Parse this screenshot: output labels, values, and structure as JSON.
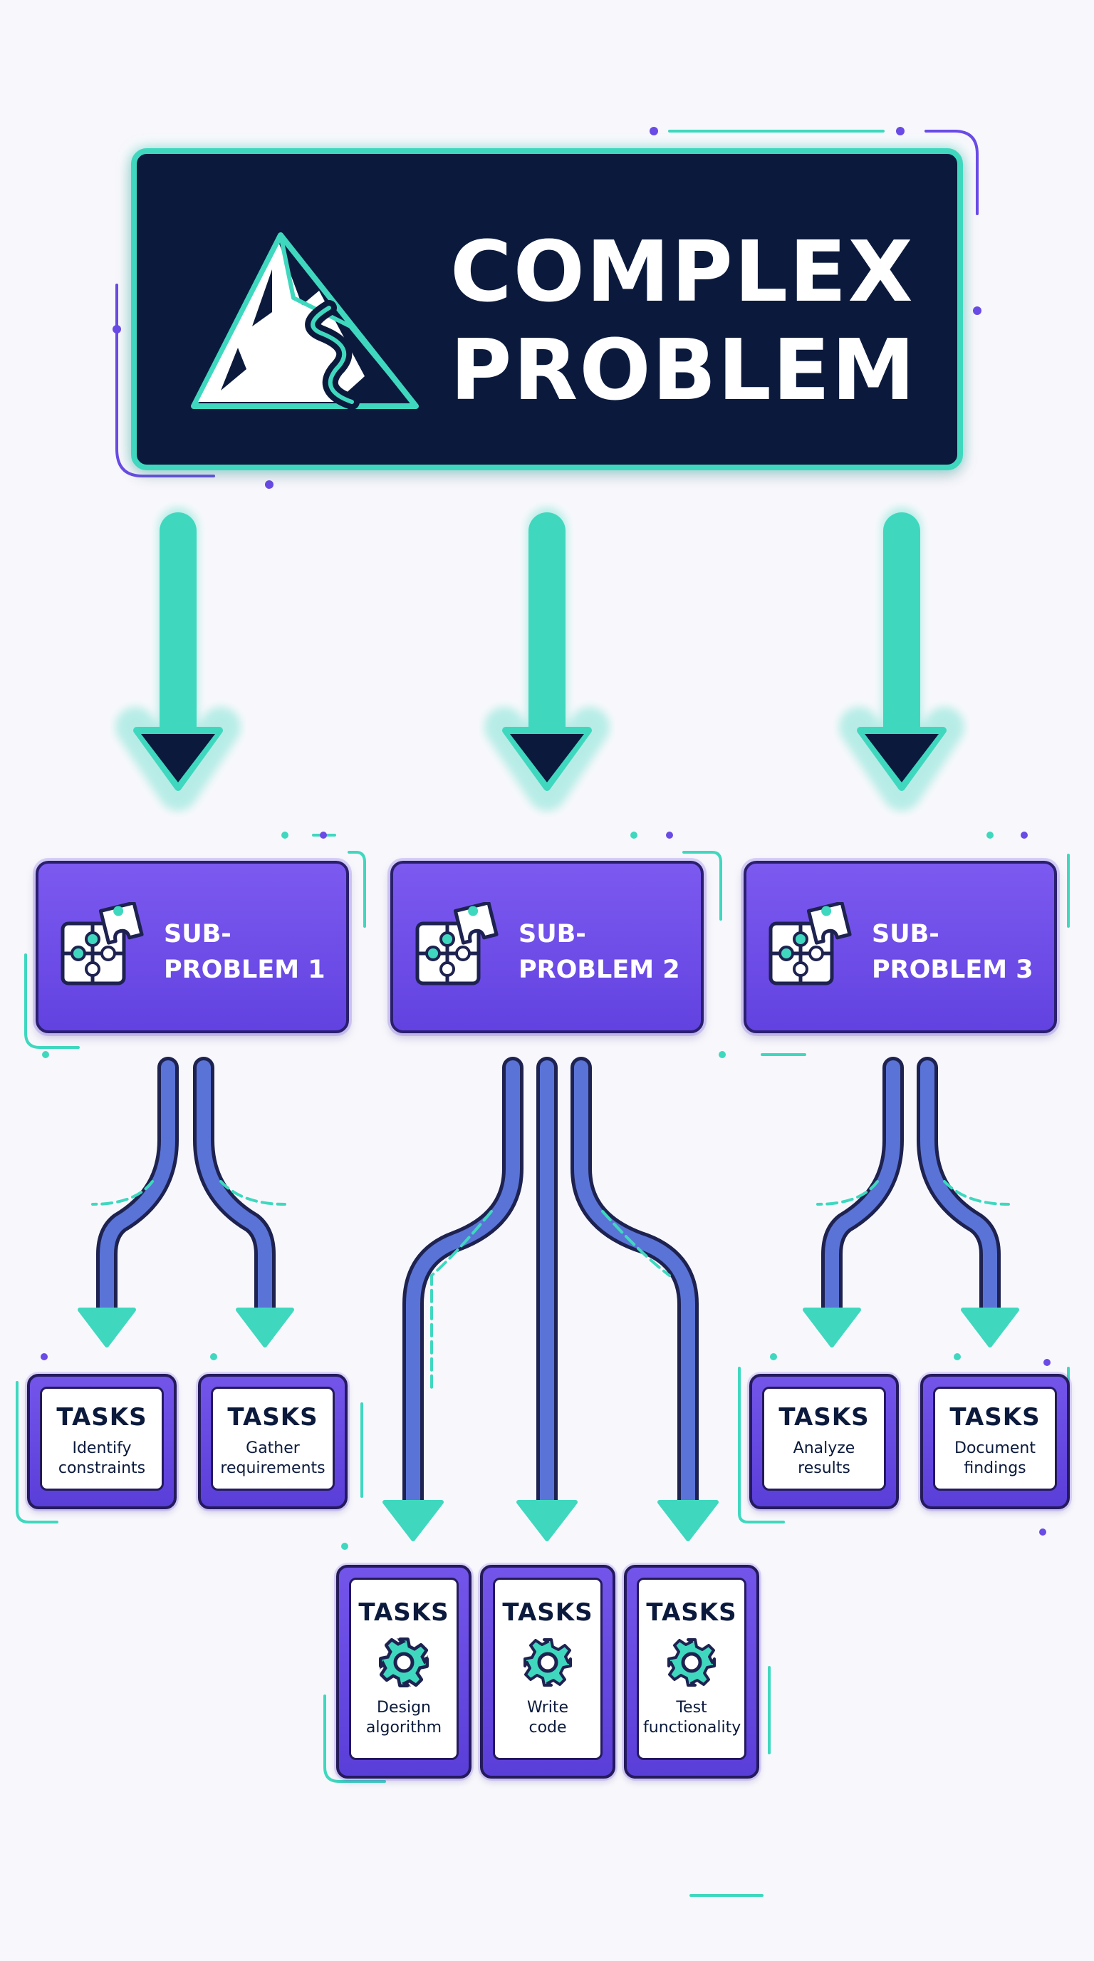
{
  "main": {
    "title_line1": "COMPLEX",
    "title_line2": "PROBLEM",
    "icon": "mountain-icon"
  },
  "subproblems": [
    {
      "line1": "SUB-",
      "line2": "PROBLEM 1",
      "icon": "puzzle-icon"
    },
    {
      "line1": "SUB-",
      "line2": "PROBLEM 2",
      "icon": "puzzle-icon"
    },
    {
      "line1": "SUB-",
      "line2": "PROBLEM 3",
      "icon": "puzzle-icon"
    }
  ],
  "tasks": [
    {
      "label": "TASKS",
      "desc_line1": "Identify",
      "desc_line2": "constraints",
      "parent": "SUB-PROBLEM 1"
    },
    {
      "label": "TASKS",
      "desc_line1": "Gather",
      "desc_line2": "requirements",
      "parent": "SUB-PROBLEM 1"
    },
    {
      "label": "TASKS",
      "desc_line1": "Design",
      "desc_line2": "algorithm",
      "parent": "SUB-PROBLEM 2",
      "icon": "gear-icon"
    },
    {
      "label": "TASKS",
      "desc_line1": "Write",
      "desc_line2": "code",
      "parent": "SUB-PROBLEM 2",
      "icon": "gear-icon"
    },
    {
      "label": "TASKS",
      "desc_line1": "Test",
      "desc_line2": "functionality",
      "parent": "SUB-PROBLEM 2",
      "icon": "gear-icon"
    },
    {
      "label": "TASKS",
      "desc_line1": "Analyze",
      "desc_line2": "results",
      "parent": "SUB-PROBLEM 3"
    },
    {
      "label": "TASKS",
      "desc_line1": "Document",
      "desc_line2": "findings",
      "parent": "SUB-PROBLEM 3"
    }
  ],
  "colors": {
    "navy": "#0b1a3c",
    "teal": "#3fd8bf",
    "purple": "#6a4be6",
    "blue_arrow": "#5b6fd8"
  }
}
